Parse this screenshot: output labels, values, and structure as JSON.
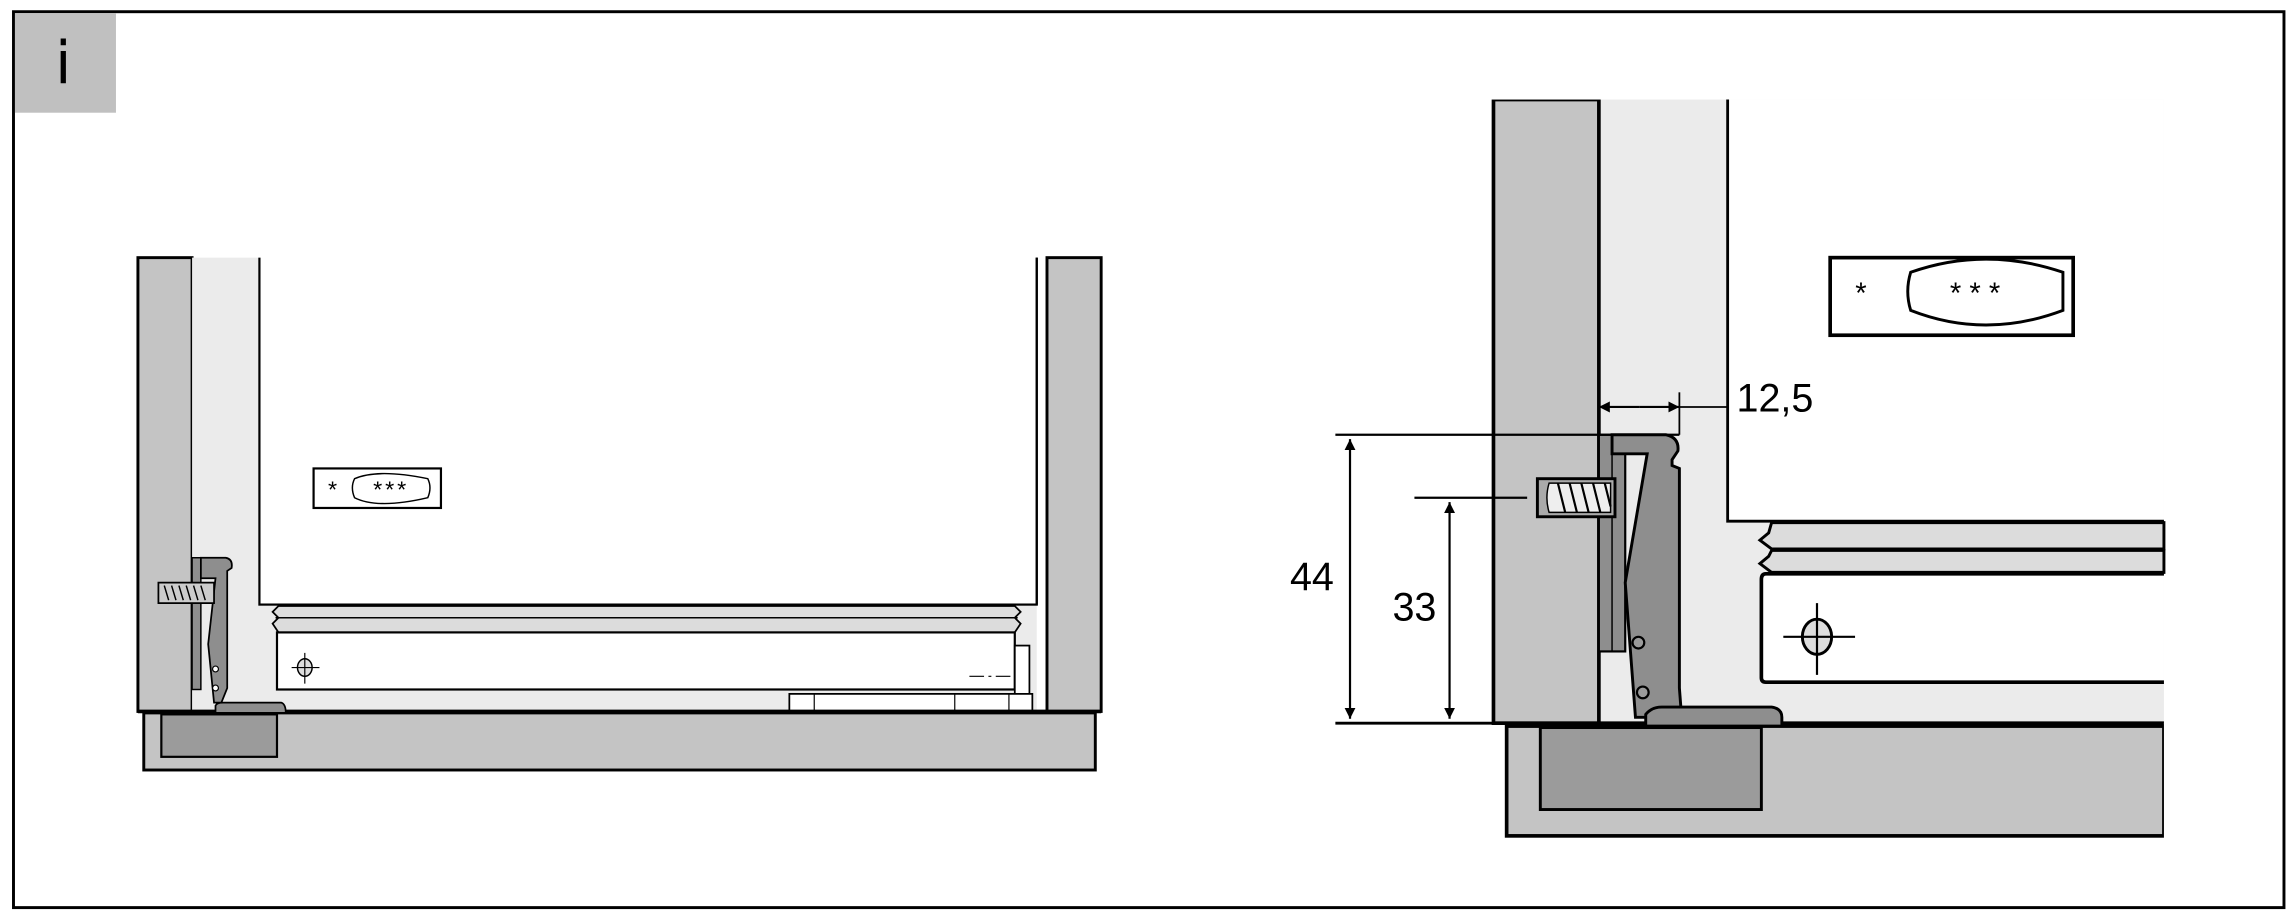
{
  "info_badge": {
    "label": "i"
  },
  "left_view": {
    "label": {
      "single": "*",
      "triple": "***"
    }
  },
  "right_view": {
    "label": {
      "single": "*",
      "triple": "* * *"
    },
    "dimensions": {
      "gap": "12,5",
      "total_height": "44",
      "screw_height": "33"
    }
  },
  "colors": {
    "panel": "#c4c4c4",
    "light": "#ebebeb",
    "dark": "#9b9b9b",
    "hinge": "#8e8e8e"
  }
}
